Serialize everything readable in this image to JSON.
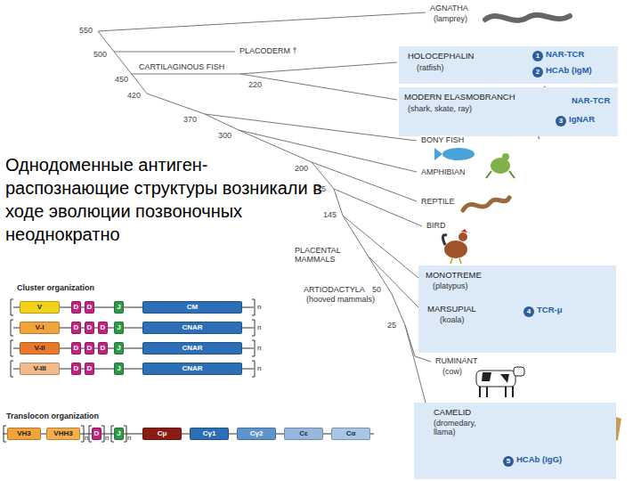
{
  "diagram": {
    "nodes": [
      {
        "text": [
          "HOLOCEPHALIN",
          "(ratfish)",
          "1",
          "NAR-TCR",
          "2",
          "HCAb (IgM)"
        ]
      },
      {
        "text": [
          "MODERN ELASMOBRANCH",
          "(shark, skate, ray)",
          "NAR-TCR",
          "3",
          "IgNAR"
        ]
      },
      {
        "text": [
          "MONOTREME",
          "(platypus)",
          "MARSUPIAL",
          "(koala)",
          "4",
          "TCR-μ"
        ]
      },
      {
        "text": [
          "CAMELID",
          "(dromedary, llama)",
          "5",
          "HCAb (IgG)"
        ]
      },
      {
        "text": [
          "V"
        ]
      },
      {
        "text": [
          "D"
        ]
      },
      {
        "text": [
          "D"
        ]
      },
      {
        "text": [
          "J"
        ]
      },
      {
        "text": [
          "CM"
        ]
      },
      {
        "text": [
          "V-I"
        ]
      },
      {
        "text": [
          "D"
        ]
      },
      {
        "text": [
          "D"
        ]
      },
      {
        "text": [
          "D"
        ]
      },
      {
        "text": [
          "J"
        ]
      },
      {
        "text": [
          "CNAR"
        ]
      },
      {
        "text": [
          "V-II"
        ]
      },
      {
        "text": [
          "D"
        ]
      },
      {
        "text": [
          "D"
        ]
      },
      {
        "text": [
          "D"
        ]
      },
      {
        "text": [
          "J"
        ]
      },
      {
        "text": [
          "CNAR"
        ]
      },
      {
        "text": [
          "V-III"
        ]
      },
      {
        "text": [
          "D"
        ]
      },
      {
        "text": [
          "D"
        ]
      },
      {
        "text": [
          "J"
        ]
      },
      {
        "text": [
          "CNAR"
        ]
      },
      {
        "text": [
          "VH3"
        ]
      },
      {
        "text": [
          "VHH3"
        ]
      },
      {
        "text": [
          "D"
        ]
      },
      {
        "text": [
          "J"
        ]
      },
      {
        "text": [
          "Cμ"
        ]
      },
      {
        "text": [
          "Cγ1"
        ]
      },
      {
        "text": [
          "Cγ2"
        ]
      },
      {
        "text": [
          "Cε"
        ]
      },
      {
        "text": [
          "Cα"
        ]
      }
    ],
    "labels": [
      "550",
      "500",
      "450",
      "420",
      "370",
      "300",
      "220",
      "200",
      "175",
      "145",
      "50",
      "25",
      "AGNATHA",
      "(lamprey)",
      "PLACODERM †",
      "CARTILAGINOUS FISH",
      "BONY FISH",
      "AMPHIBIAN",
      "REPTILE",
      "BIRD",
      "PLACENTAL MAMMALS",
      "ARTIODACTYLA",
      "(hooved mammals)",
      "RUMINANT",
      "(cow)",
      "Однодоменные антиген- распознающие структуры возникали в ходе эволюции позвоночных неоднократно",
      "Cluster organization",
      "Translocon organization",
      "n",
      "n",
      "n",
      "n",
      "n",
      "n",
      "n"
    ]
  }
}
